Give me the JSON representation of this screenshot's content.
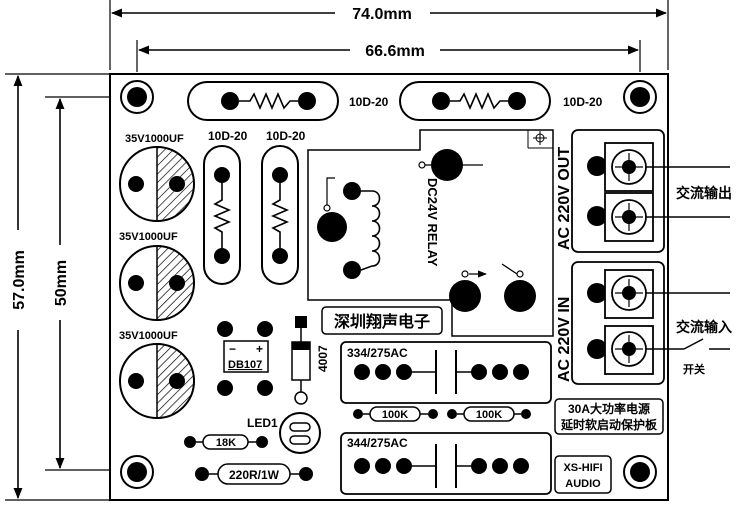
{
  "dimensions": {
    "overall_width": "74.0mm",
    "hole_spacing_width": "66.6mm",
    "overall_height": "57.0mm",
    "hole_spacing_height": "50mm"
  },
  "thermistors": {
    "top_left": "10D-20",
    "top_right": "10D-20",
    "vertical_left": "10D-20",
    "vertical_right": "10D-20"
  },
  "capacitors": {
    "cap1": "35V1000UF",
    "cap2": "35V1000UF",
    "cap3": "35V1000UF"
  },
  "relay": {
    "model": "DC24V RELAY"
  },
  "brand_cn": "深圳翔声电子",
  "bridge": {
    "model": "DB107",
    "minus": "−",
    "plus": "+"
  },
  "diode": {
    "model": "4007"
  },
  "film_caps": {
    "top": "334/275AC",
    "bottom": "344/275AC"
  },
  "resistors": {
    "r1": "100K",
    "r2": "100K",
    "r3": "18K",
    "r4": "220R/1W"
  },
  "led": {
    "label": "LED1"
  },
  "terminals": {
    "out_label": "AC 220V OUT",
    "in_label": "AC 220V IN"
  },
  "annotations": {
    "ac_output": "交流输出",
    "ac_input": "交流输入",
    "switch": "开关"
  },
  "board_title": {
    "line1": "30A大功率电源",
    "line2": "延时软启动保护板"
  },
  "brand_logo": {
    "line1": "XS-HIFI",
    "line2": "AUDIO"
  }
}
